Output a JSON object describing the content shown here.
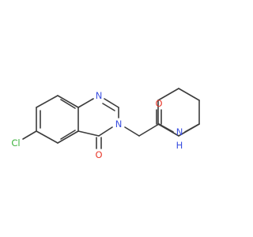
{
  "molecule": {
    "atoms": {
      "cl": {
        "text": "Cl",
        "color": "#3cb23c"
      },
      "o": {
        "text": "O",
        "color": "#e8392b"
      },
      "n1": {
        "text": "N",
        "color": "#3a4fe0"
      },
      "n3": {
        "text": "N",
        "color": "#3a4fe0"
      },
      "nh": {
        "text": "N",
        "color": "#3a4fe0"
      },
      "h": {
        "text": "H",
        "color": "#3a4fe0"
      },
      "o2": {
        "text": "O",
        "color": "#e8392b"
      }
    },
    "bond_color": "#3c3c3c"
  }
}
